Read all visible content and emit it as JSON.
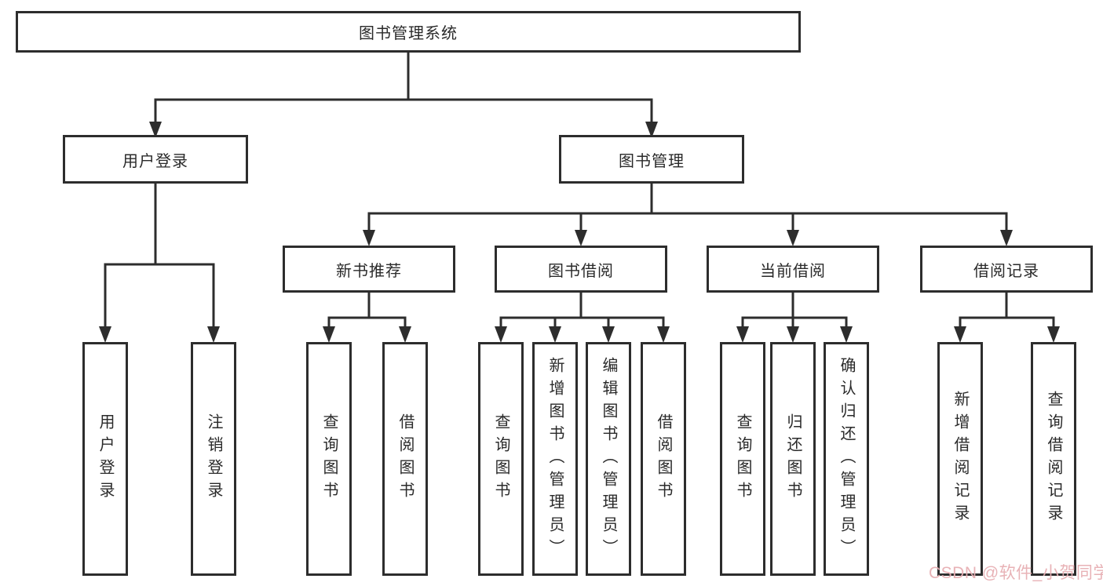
{
  "tree": {
    "root": {
      "label": "图书管理系统"
    },
    "children": [
      {
        "label": "用户登录",
        "children": [
          {
            "label": "用户登录"
          },
          {
            "label": "注销登录"
          }
        ]
      },
      {
        "label": "图书管理",
        "children": [
          {
            "label": "新书推荐",
            "children": [
              {
                "label": "查询图书"
              },
              {
                "label": "借阅图书"
              }
            ]
          },
          {
            "label": "图书借阅",
            "children": [
              {
                "label": "查询图书"
              },
              {
                "label": "新增图书（管理员）"
              },
              {
                "label": "编辑图书（管理员）"
              },
              {
                "label": "借阅图书"
              }
            ]
          },
          {
            "label": "当前借阅",
            "children": [
              {
                "label": "查询图书"
              },
              {
                "label": "归还图书"
              },
              {
                "label": "确认归还（管理员）"
              }
            ]
          },
          {
            "label": "借阅记录",
            "children": [
              {
                "label": "新增借阅记录"
              },
              {
                "label": "查询借阅记录"
              }
            ]
          }
        ]
      }
    ]
  },
  "watermark": {
    "text": "CSDN @软件_小贺同学",
    "color": "#e7aeb3"
  },
  "colors": {
    "line": "#2d2d2d",
    "box_background": "#ffffff",
    "text": "#2a2a2a"
  }
}
